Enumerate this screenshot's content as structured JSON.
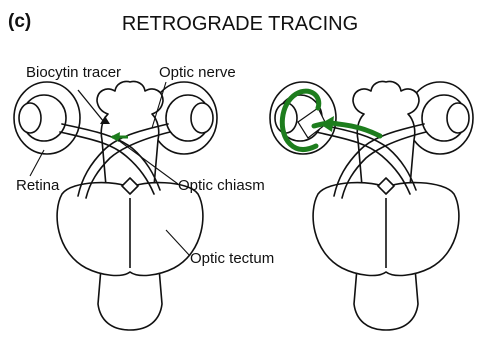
{
  "panel_label": "(c)",
  "title": "RETROGRADE TRACING",
  "labels": {
    "biocytin": "Biocytin tracer",
    "optic_nerve": "Optic nerve",
    "retina": "Retina",
    "chiasm": "Optic chiasm",
    "tectum": "Optic tectum"
  },
  "colors": {
    "tracer": "#1d7d1d",
    "outline": "#111111",
    "background": "#ffffff"
  }
}
